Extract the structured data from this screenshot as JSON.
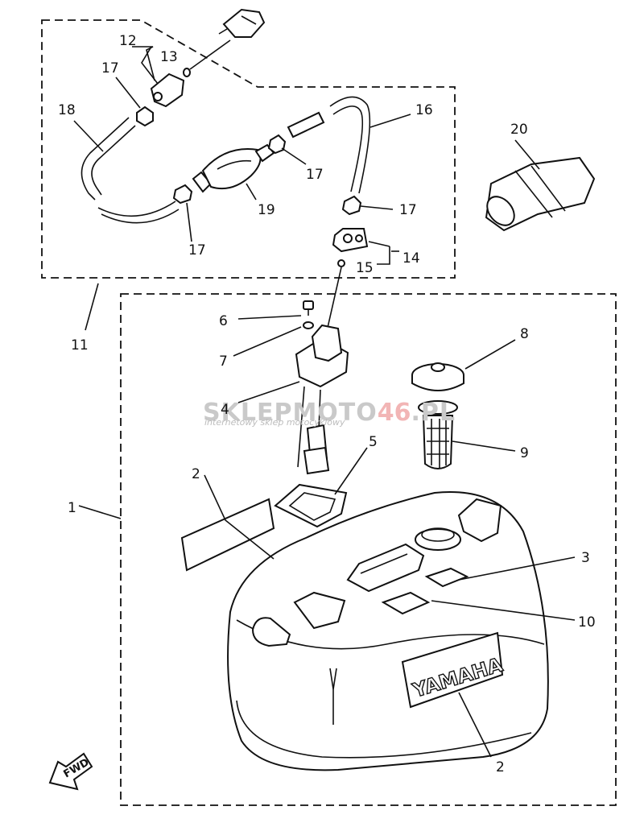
{
  "callouts": {
    "c1": "1",
    "c2a": "2",
    "c2b": "2",
    "c3": "3",
    "c4": "4",
    "c5": "5",
    "c6": "6",
    "c7": "7",
    "c8": "8",
    "c9": "9",
    "c10": "10",
    "c11": "11",
    "c12": "12",
    "c13": "13",
    "c14": "14",
    "c15": "15",
    "c16": "16",
    "c17a": "17",
    "c17b": "17",
    "c17c": "17",
    "c17d": "17",
    "c18": "18",
    "c19": "19",
    "c20": "20"
  },
  "watermark": {
    "brand_part1": "SKLEPMOTO",
    "brand_part2": "46",
    "brand_part3": ".PL",
    "tagline": "internetowy sklep motocyklowy"
  },
  "tank_brand": "YAMAHA",
  "direction_label": "FWD"
}
